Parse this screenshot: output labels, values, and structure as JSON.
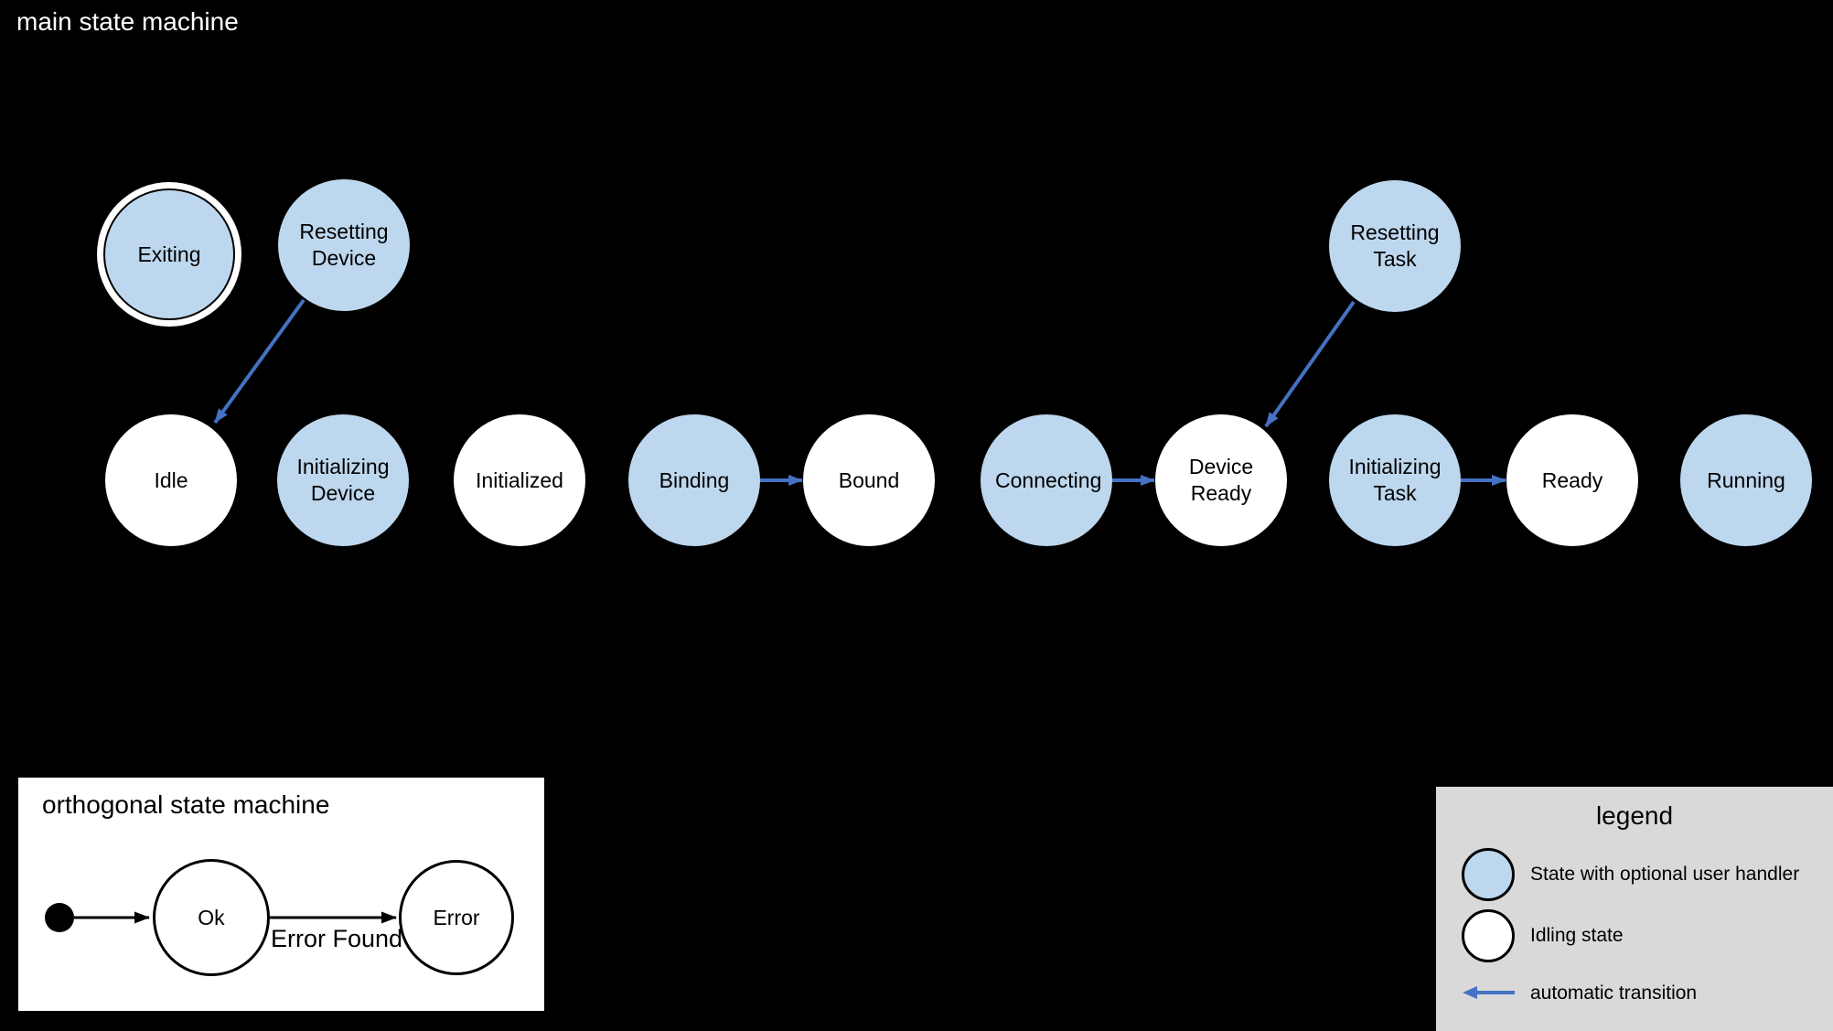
{
  "main_machine": {
    "title": "main state machine",
    "states": [
      {
        "label": "Exiting",
        "kind": "state-with-user-handler",
        "final_state": true
      },
      {
        "label": "Resetting Device",
        "kind": "state-with-user-handler"
      },
      {
        "label": "Resetting Task",
        "kind": "state-with-user-handler"
      },
      {
        "label": "Idle",
        "kind": "idling-state"
      },
      {
        "label": "Initializing Device",
        "kind": "state-with-user-handler"
      },
      {
        "label": "Initialized",
        "kind": "idling-state"
      },
      {
        "label": "Binding",
        "kind": "state-with-user-handler"
      },
      {
        "label": "Bound",
        "kind": "idling-state"
      },
      {
        "label": "Connecting",
        "kind": "state-with-user-handler"
      },
      {
        "label": "Device Ready",
        "kind": "idling-state"
      },
      {
        "label": "Initializing Task",
        "kind": "state-with-user-handler"
      },
      {
        "label": "Ready",
        "kind": "idling-state"
      },
      {
        "label": "Running",
        "kind": "state-with-user-handler"
      }
    ],
    "transitions": [
      {
        "from": "Resetting Device",
        "to": "Idle",
        "type": "automatic"
      },
      {
        "from": "Binding",
        "to": "Bound",
        "type": "automatic"
      },
      {
        "from": "Connecting",
        "to": "Device Ready",
        "type": "automatic"
      },
      {
        "from": "Resetting Task",
        "to": "Device Ready",
        "type": "automatic"
      },
      {
        "from": "Initializing Task",
        "to": "Ready",
        "type": "automatic"
      }
    ]
  },
  "orthogonal_machine": {
    "title": "orthogonal state machine",
    "states": [
      {
        "label": "Ok"
      },
      {
        "label": "Error"
      }
    ],
    "transitions": [
      {
        "from": "initial",
        "to": "Ok",
        "label": ""
      },
      {
        "from": "Ok",
        "to": "Error",
        "label": "Error Found"
      }
    ]
  },
  "legend": {
    "title": "legend",
    "items": [
      {
        "label": "State with optional user handler"
      },
      {
        "label": "Idling state"
      },
      {
        "label": "automatic transition"
      }
    ]
  },
  "colors": {
    "background": "#000000",
    "state_with_user_handler_fill": "#BDD7EE",
    "idling_state_fill": "#FFFFFF",
    "automatic_transition_blue": "#4472C4",
    "legend_background": "#D9D9D9"
  }
}
